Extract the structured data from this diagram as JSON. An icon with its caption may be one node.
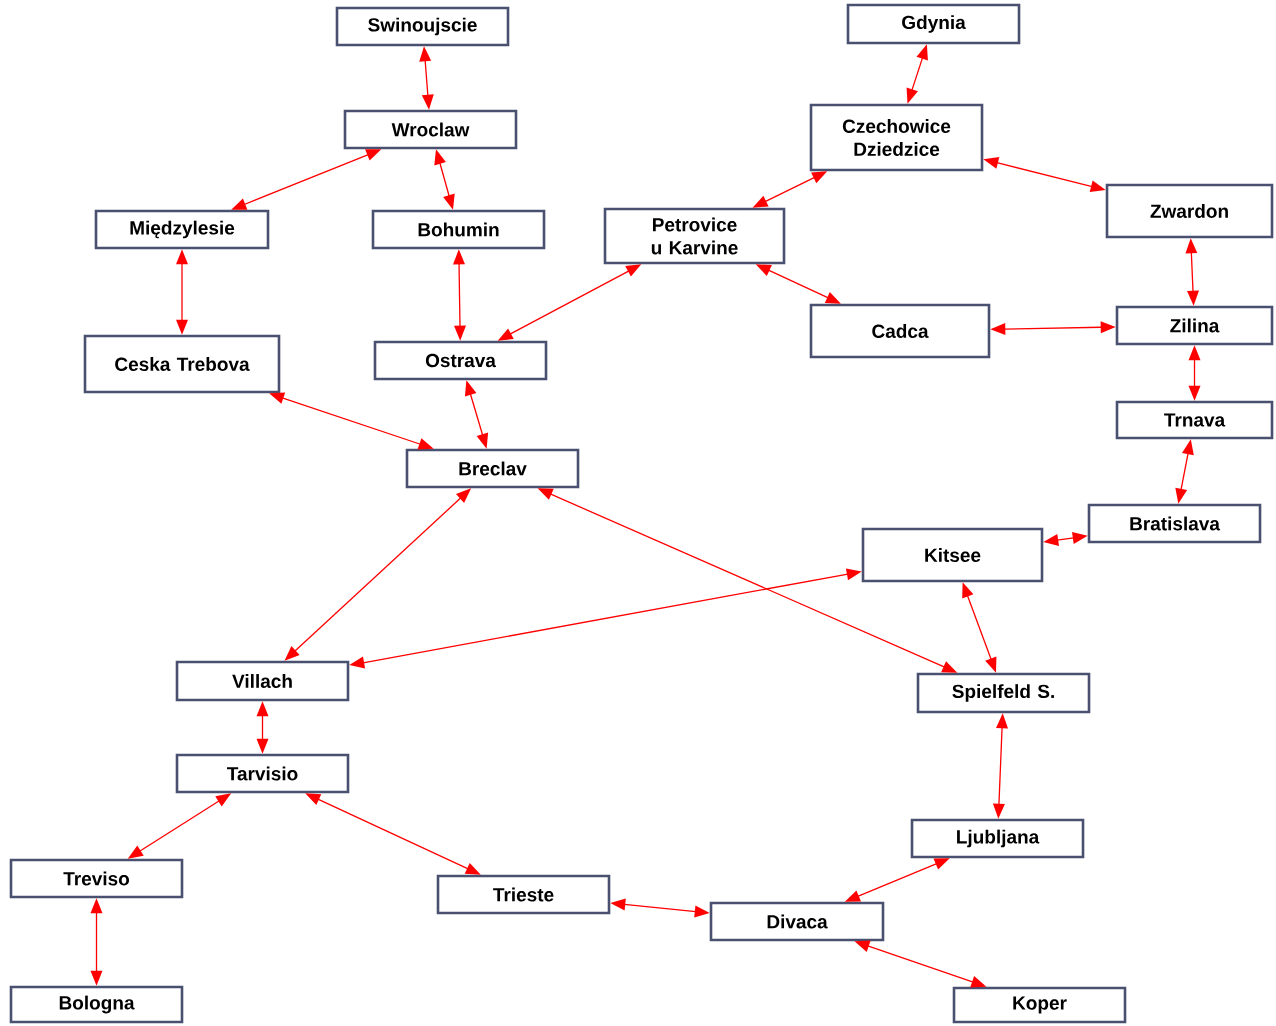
{
  "diagram": {
    "nodes": [
      {
        "text": [
          "Swinoujscie"
        ]
      },
      {
        "text": [
          "Gdynia"
        ]
      },
      {
        "text": [
          "Wroclaw"
        ]
      },
      {
        "text": [
          "Czechowice Dziedzice"
        ]
      },
      {
        "text": [
          "Międzylesie"
        ]
      },
      {
        "text": [
          "Bohumin"
        ]
      },
      {
        "text": [
          "Petrovice u Karvine"
        ]
      },
      {
        "text": [
          "Zwardon"
        ]
      },
      {
        "text": [
          "Ceska Trebova"
        ]
      },
      {
        "text": [
          "Ostrava"
        ]
      },
      {
        "text": [
          "Cadca"
        ]
      },
      {
        "text": [
          "Zilina"
        ]
      },
      {
        "text": [
          "Trnava"
        ]
      },
      {
        "text": [
          "Breclav"
        ]
      },
      {
        "text": [
          "Bratislava"
        ]
      },
      {
        "text": [
          "Kitsee"
        ]
      },
      {
        "text": [
          "Villach"
        ]
      },
      {
        "text": [
          "Spielfeld S."
        ]
      },
      {
        "text": [
          "Tarvisio"
        ]
      },
      {
        "text": [
          "Ljubljana"
        ]
      },
      {
        "text": [
          "Treviso"
        ]
      },
      {
        "text": [
          "Trieste"
        ]
      },
      {
        "text": [
          "Divaca"
        ]
      },
      {
        "text": [
          "Bologna"
        ]
      },
      {
        "text": [
          "Koper"
        ]
      }
    ],
    "edges": [
      {
        "from": 0,
        "to": 2,
        "arrow": "both"
      },
      {
        "from": 1,
        "to": 3,
        "arrow": "both"
      },
      {
        "from": 2,
        "to": 4,
        "arrow": "both"
      },
      {
        "from": 2,
        "to": 5,
        "arrow": "both"
      },
      {
        "from": 3,
        "to": 6,
        "arrow": "both"
      },
      {
        "from": 3,
        "to": 7,
        "arrow": "both"
      },
      {
        "from": 4,
        "to": 8,
        "arrow": "both"
      },
      {
        "from": 5,
        "to": 9,
        "arrow": "both"
      },
      {
        "from": 6,
        "to": 9,
        "arrow": "both"
      },
      {
        "from": 6,
        "to": 10,
        "arrow": "both"
      },
      {
        "from": 7,
        "to": 11,
        "arrow": "both"
      },
      {
        "from": 10,
        "to": 11,
        "arrow": "both"
      },
      {
        "from": 11,
        "to": 12,
        "arrow": "both"
      },
      {
        "from": 12,
        "to": 14,
        "arrow": "both"
      },
      {
        "from": 8,
        "to": 13,
        "arrow": "both"
      },
      {
        "from": 9,
        "to": 13,
        "arrow": "both"
      },
      {
        "from": 13,
        "to": 16,
        "arrow": "both"
      },
      {
        "from": 13,
        "to": 17,
        "arrow": "both"
      },
      {
        "from": 14,
        "to": 15,
        "arrow": "both"
      },
      {
        "from": 15,
        "to": 16,
        "arrow": "both"
      },
      {
        "from": 15,
        "to": 17,
        "arrow": "both"
      },
      {
        "from": 16,
        "to": 18,
        "arrow": "both"
      },
      {
        "from": 17,
        "to": 19,
        "arrow": "both"
      },
      {
        "from": 18,
        "to": 20,
        "arrow": "both"
      },
      {
        "from": 18,
        "to": 21,
        "arrow": "both"
      },
      {
        "from": 20,
        "to": 23,
        "arrow": "both"
      },
      {
        "from": 21,
        "to": 22,
        "arrow": "both"
      },
      {
        "from": 19,
        "to": 22,
        "arrow": "both"
      },
      {
        "from": 22,
        "to": 24,
        "arrow": "both"
      }
    ]
  }
}
